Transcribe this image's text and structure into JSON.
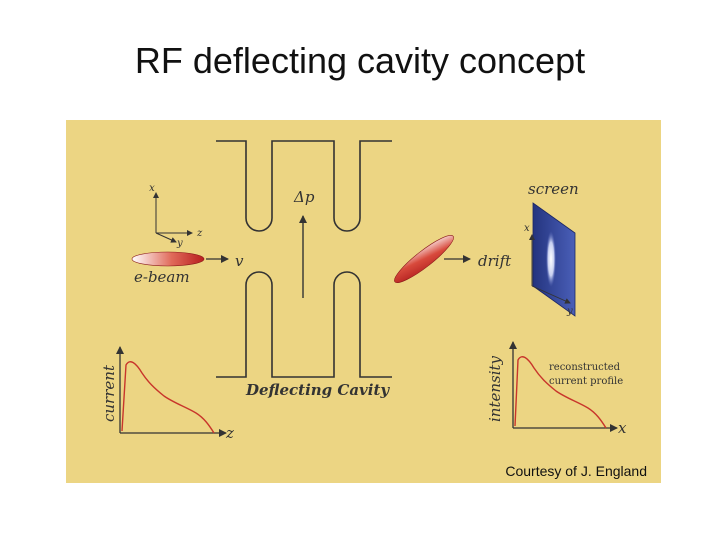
{
  "slide": {
    "title": "RF deflecting cavity concept",
    "credit": "Courtesy of J. England"
  },
  "colors": {
    "panel_bg": "#ecd583",
    "line": "#333333",
    "beam_red": "#c82a2a",
    "screen_blue": "#2b3d8f"
  },
  "diagram": {
    "axes_left": {
      "x": "x",
      "y": "y",
      "z": "z"
    },
    "beam_label": "e-beam",
    "velocity_label": "v",
    "kick_label": "Δp",
    "cavity_label": "Deflecting Cavity",
    "drift_label": "drift",
    "screen_label": "screen",
    "screen_axes": {
      "x": "x",
      "y": "y"
    },
    "plot_left": {
      "ylabel": "current",
      "xlabel": "z"
    },
    "plot_right": {
      "ylabel": "intensity",
      "xlabel": "x",
      "annotation": [
        "reconstructed",
        "current profile"
      ]
    }
  }
}
